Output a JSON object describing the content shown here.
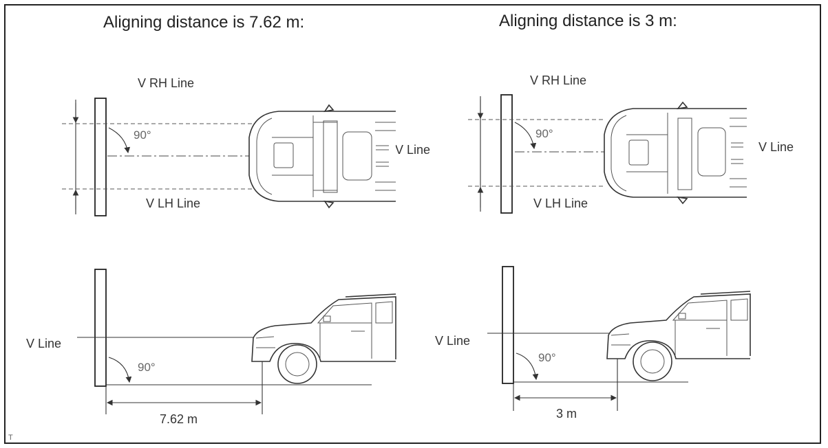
{
  "left_panel": {
    "title": "Aligning distance is 7.62 m:",
    "top_view": {
      "rh_line_label": "V RH Line",
      "lh_line_label": "V LH Line",
      "v_line_label": "V Line",
      "angle_label": "90°"
    },
    "side_view": {
      "v_line_label": "V Line",
      "angle_label": "90°",
      "distance_label": "7.62 m"
    }
  },
  "right_panel": {
    "title": "Aligning distance is 3 m:",
    "top_view": {
      "rh_line_label": "V RH Line",
      "lh_line_label": "V LH Line",
      "v_line_label": "V Line",
      "angle_label": "90°"
    },
    "side_view": {
      "v_line_label": "V Line",
      "angle_label": "90°",
      "distance_label": "3 m"
    }
  },
  "corner_mark": "T",
  "colors": {
    "line": "#333333",
    "background": "#ffffff"
  }
}
